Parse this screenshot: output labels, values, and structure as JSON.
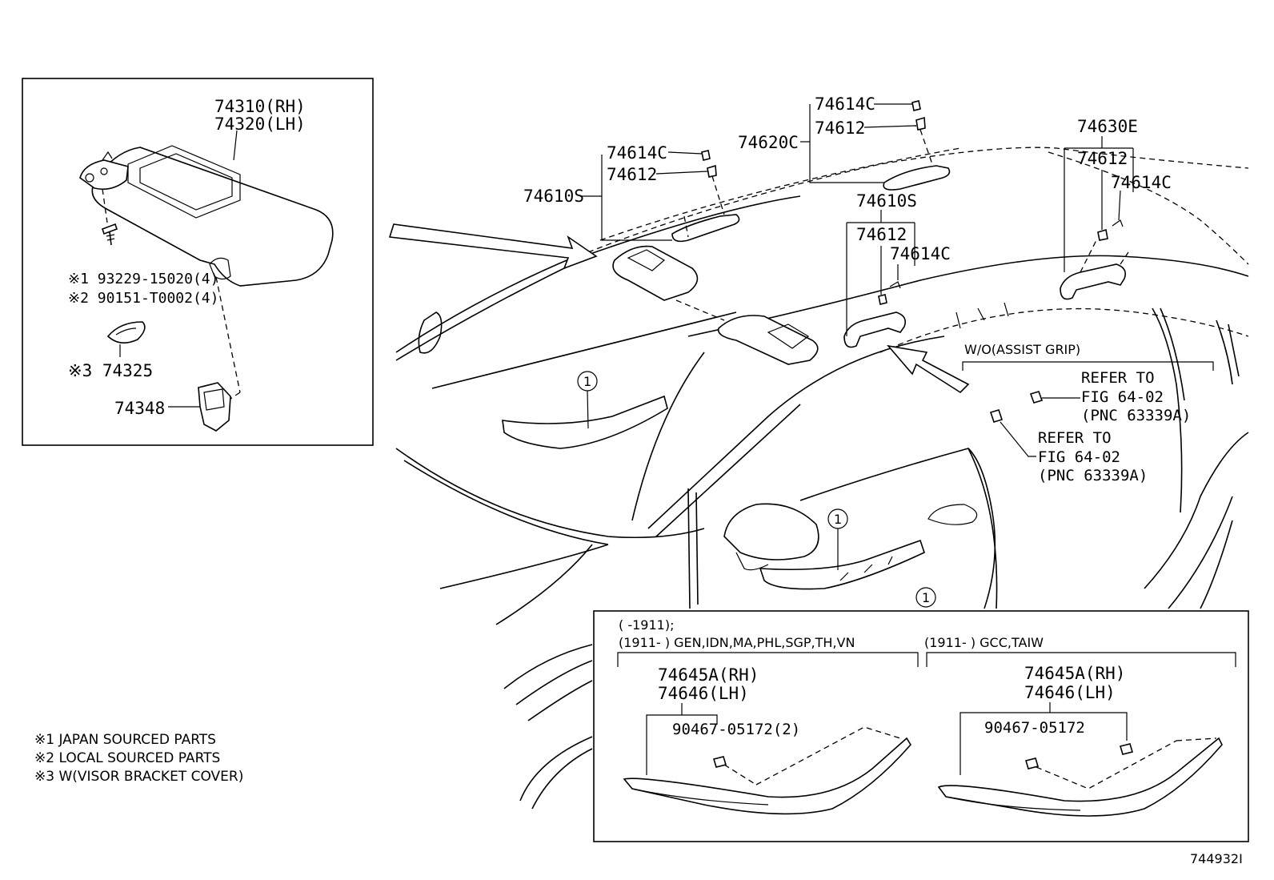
{
  "inset_labels": {
    "visor_rh": "74310(RH)",
    "visor_lh": "74320(LH)",
    "screw_1": "※1 93229-15020(4)",
    "screw_2": "※2 90151-T0002(4)",
    "cover": "※3 74325",
    "bracket": "74348"
  },
  "callouts": {
    "grip_left_set": "74610S",
    "grip_left_clip": "74614C",
    "grip_left_screw": "74612",
    "grip_mid_set": "74620C",
    "grip_mid_clip": "74614C",
    "grip_mid_screw": "74612",
    "grip_center_set": "74610S",
    "grip_center_screw": "74612",
    "grip_center_clip": "74614C",
    "grip_rear_set": "74630E",
    "grip_rear_screw": "74612",
    "grip_rear_clip": "74614C",
    "circle_num": "1"
  },
  "wo_grip": {
    "title": "W/O(ASSIST GRIP)",
    "ref1": [
      "REFER TO",
      "FIG 64-02",
      "(PNC 63339A)"
    ],
    "ref2": [
      "REFER TO",
      "FIG 64-02",
      "(PNC 63339A)"
    ]
  },
  "bottom_box": {
    "cond_left_1": "(      -1911);",
    "cond_left_2": "(1911-       ) GEN,IDN,MA,PHL,SGP,TH,VN",
    "cond_right": "(1911-       ) GCC,TAIW",
    "left_rh": "74645A(RH)",
    "left_lh": "74646(LH)",
    "left_clip": "90467-05172(2)",
    "right_rh": "74645A(RH)",
    "right_lh": "74646(LH)",
    "right_clip": "90467-05172"
  },
  "notes": [
    "※1 JAPAN SOURCED PARTS",
    "※2 LOCAL SOURCED PARTS",
    "※3 W(VISOR BRACKET COVER)"
  ],
  "figure_id": "744932I"
}
